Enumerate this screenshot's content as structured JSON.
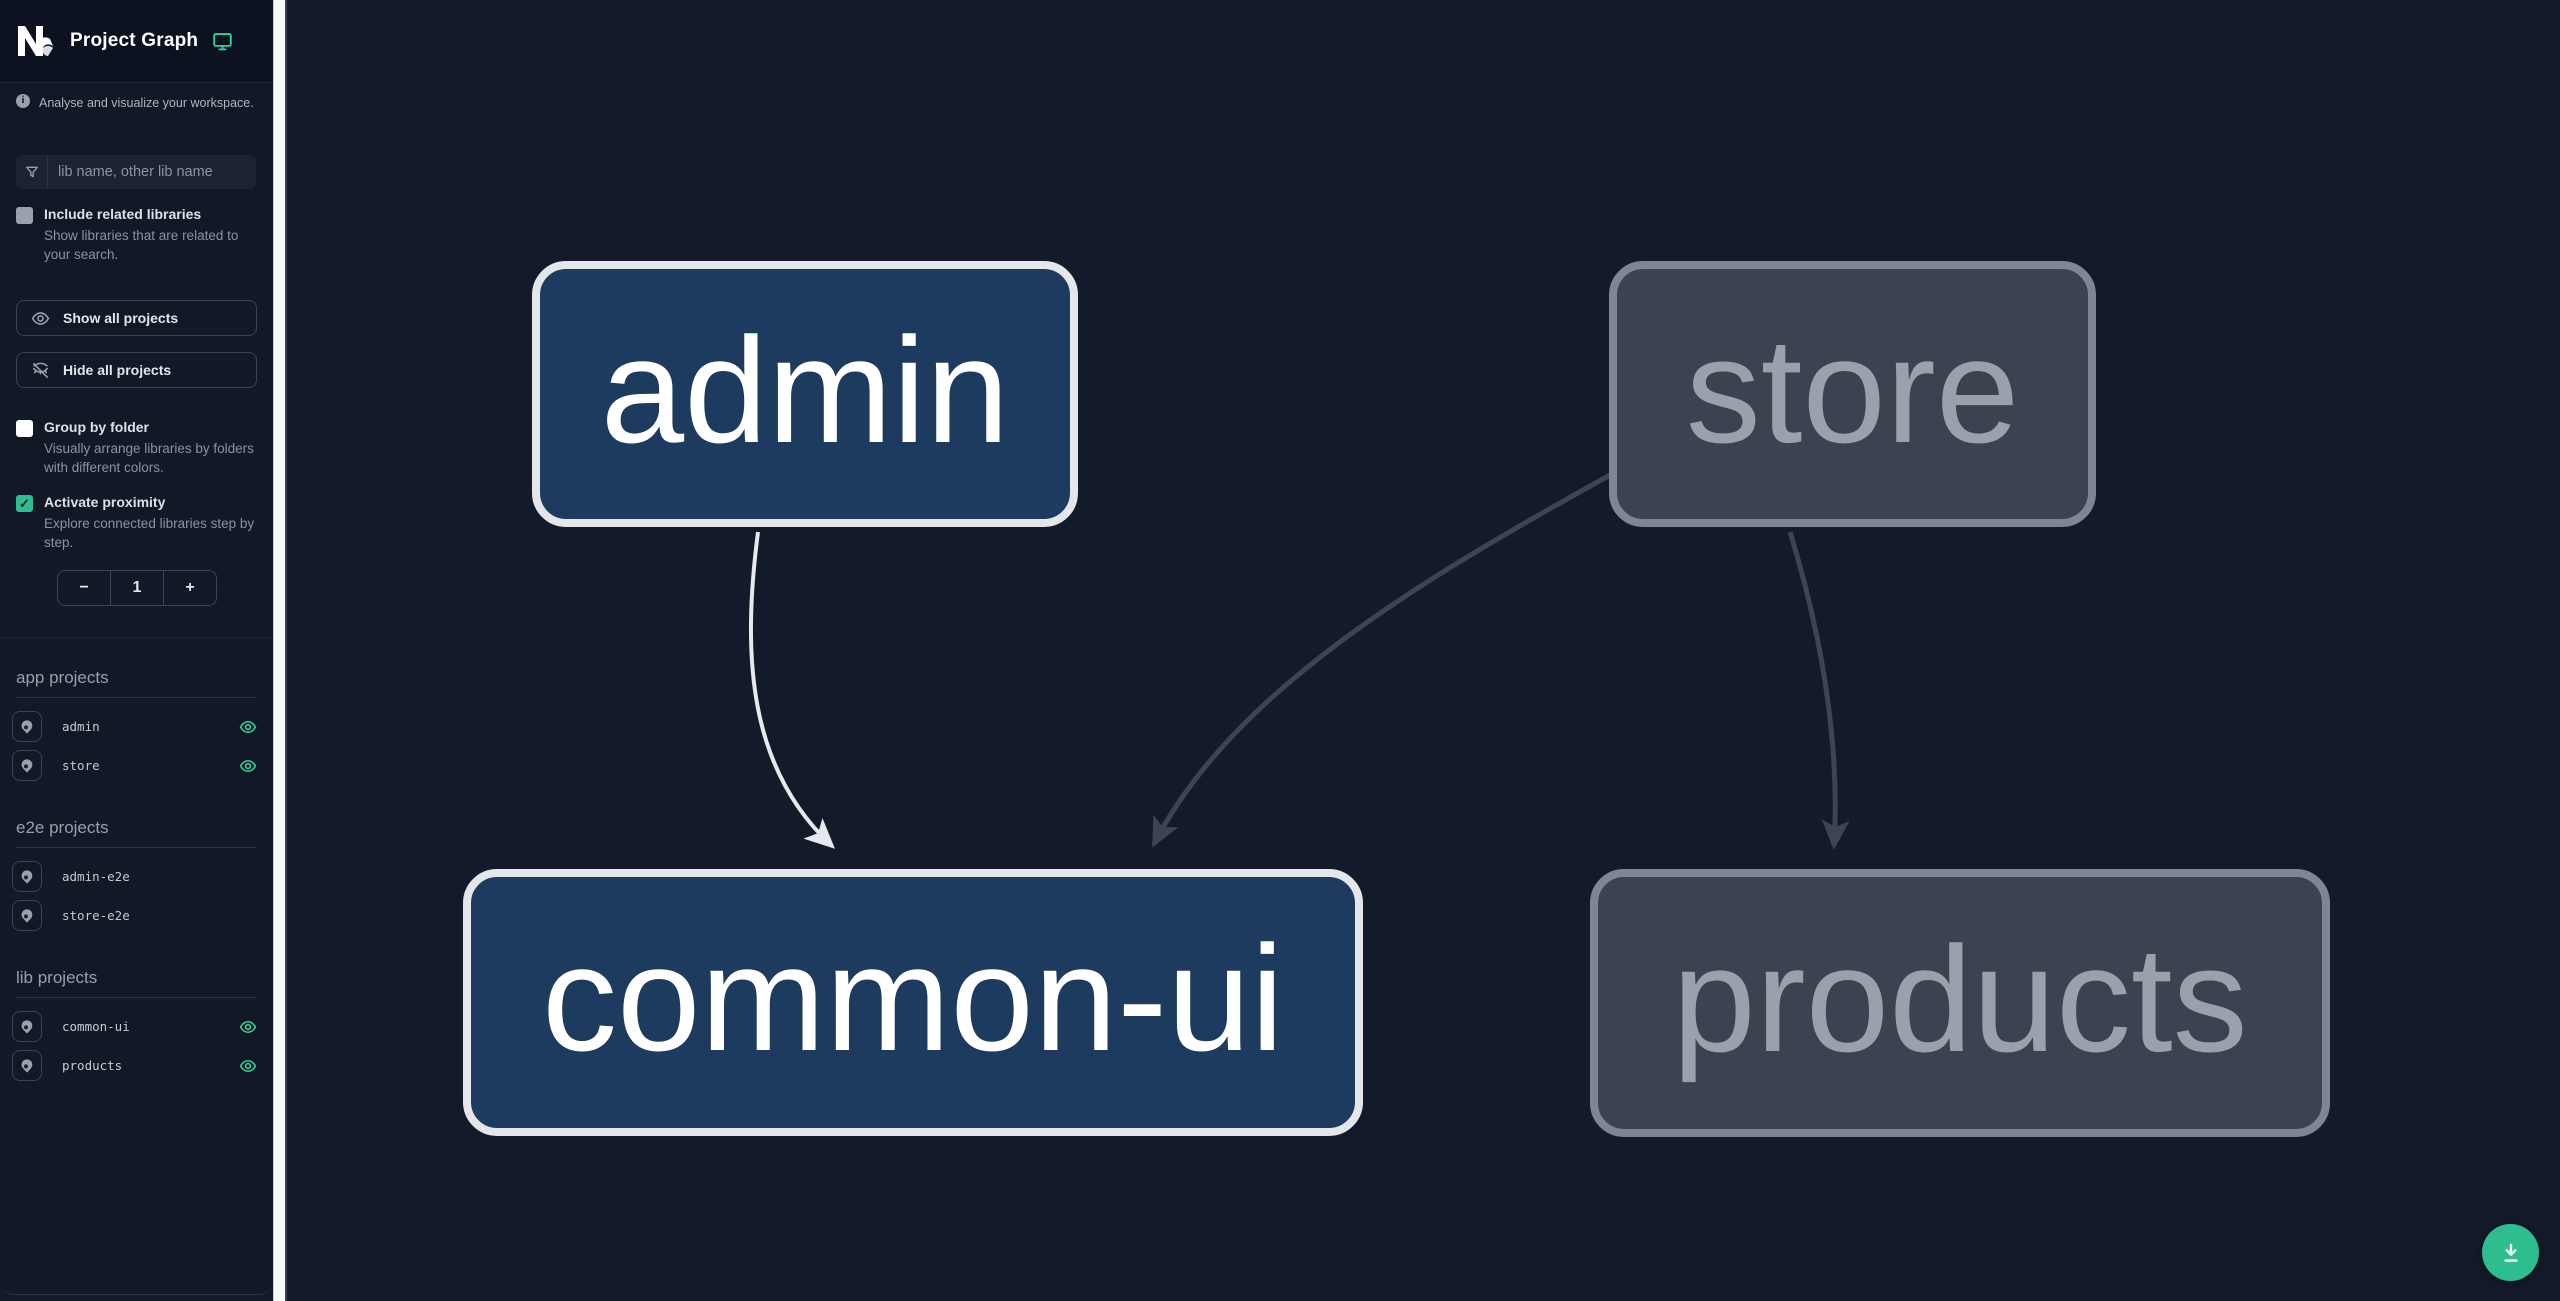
{
  "header": {
    "title": "Project Graph"
  },
  "sidebar": {
    "tagline": "Analyse and visualize your workspace.",
    "filter": {
      "placeholder": "lib name, other lib name"
    },
    "include_related": {
      "label": "Include related libraries",
      "description": "Show libraries that are related to your search.",
      "checked": false
    },
    "show_all_label": "Show all projects",
    "hide_all_label": "Hide all projects",
    "group_by_folder": {
      "label": "Group by folder",
      "description": "Visually arrange libraries by folders with different colors.",
      "checked": false
    },
    "activate_proximity": {
      "label": "Activate proximity",
      "description": "Explore connected libraries step by step.",
      "checked": true,
      "check_glyph": "✓"
    },
    "proximity_stepper": {
      "decrement": "−",
      "value": "1",
      "increment": "+"
    },
    "sections": [
      {
        "label": "app projects",
        "items": [
          {
            "name": "admin",
            "visible": true
          },
          {
            "name": "store",
            "visible": true
          }
        ]
      },
      {
        "label": "e2e projects",
        "items": [
          {
            "name": "admin-e2e",
            "visible": false
          },
          {
            "name": "store-e2e",
            "visible": false
          }
        ]
      },
      {
        "label": "lib projects",
        "items": [
          {
            "name": "common-ui",
            "visible": true
          },
          {
            "name": "products",
            "visible": true
          }
        ]
      }
    ]
  },
  "graph": {
    "nodes": [
      {
        "id": "admin",
        "label": "admin",
        "type": "app",
        "state": "focused"
      },
      {
        "id": "store",
        "label": "store",
        "type": "app",
        "state": "unfocused"
      },
      {
        "id": "common-ui",
        "label": "common-ui",
        "type": "lib",
        "state": "focused"
      },
      {
        "id": "products",
        "label": "products",
        "type": "lib",
        "state": "unfocused"
      }
    ],
    "edges": [
      {
        "source": "admin",
        "target": "common-ui",
        "state": "highlighted"
      },
      {
        "source": "store",
        "target": "common-ui",
        "state": "dimmed"
      },
      {
        "source": "store",
        "target": "products",
        "state": "dimmed"
      }
    ]
  },
  "colors": {
    "accent_green": "#34d399",
    "fab_green": "#2dbd8f",
    "node_focused_fill": "#1d3b5f",
    "node_focused_border": "#e4e6ea",
    "node_unfocused_fill": "#3b4250",
    "node_unfocused_border": "#7e8694",
    "edge_highlighted": "#e7e9ec",
    "edge_dimmed": "#3d4452",
    "canvas_bg": "#131a29",
    "sidebar_bg": "#111826"
  }
}
